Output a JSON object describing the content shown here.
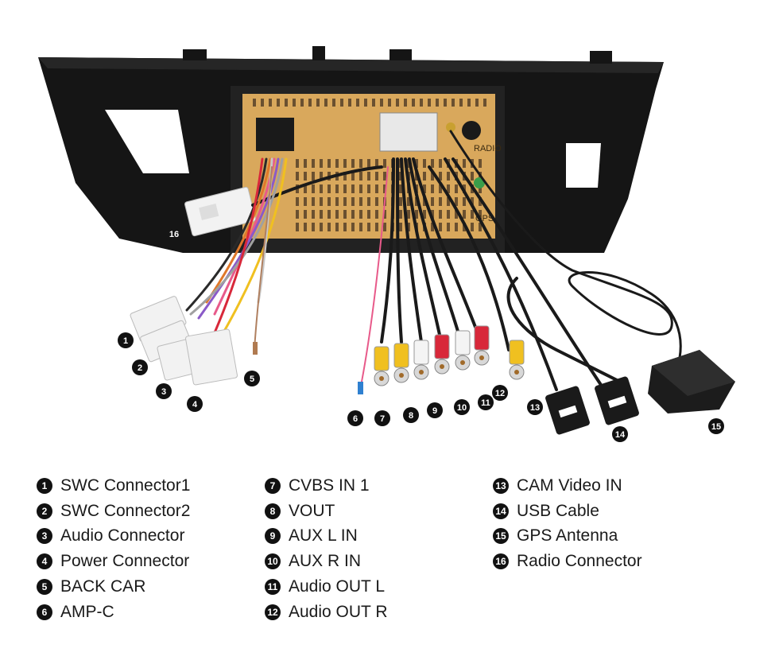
{
  "diagram": {
    "unit_markings": {
      "radio": "RADIO",
      "gps": "GPS"
    },
    "callouts": [
      "1",
      "2",
      "3",
      "4",
      "5",
      "6",
      "7",
      "8",
      "9",
      "10",
      "11",
      "12",
      "13",
      "14",
      "15",
      "16"
    ]
  },
  "legend": {
    "columns": [
      [
        {
          "num": "1",
          "label": "SWC Connector1"
        },
        {
          "num": "2",
          "label": "SWC Connector2"
        },
        {
          "num": "3",
          "label": "Audio Connector"
        },
        {
          "num": "4",
          "label": "Power Connector"
        },
        {
          "num": "5",
          "label": "BACK CAR"
        },
        {
          "num": "6",
          "label": "AMP-C"
        }
      ],
      [
        {
          "num": "7",
          "label": "CVBS IN 1"
        },
        {
          "num": "8",
          "label": "VOUT"
        },
        {
          "num": "9",
          "label": "AUX L IN"
        },
        {
          "num": "10",
          "label": "AUX R IN"
        },
        {
          "num": "11",
          "label": "Audio OUT L"
        },
        {
          "num": "12",
          "label": "Audio OUT R"
        }
      ],
      [
        {
          "num": "13",
          "label": "CAM Video IN"
        },
        {
          "num": "14",
          "label": "USB Cable"
        },
        {
          "num": "15",
          "label": "GPS Antenna"
        },
        {
          "num": "16",
          "label": "Radio Connector"
        }
      ]
    ]
  },
  "colors": {
    "frame": "#151515",
    "unit": "#d9a85c",
    "cable": "#1a1a1a",
    "rca_yellow": "#f0c020",
    "rca_white": "#f4f4f4",
    "rca_red": "#d8283a",
    "connector_white": "#f2f2f2",
    "badge": "#111111"
  }
}
